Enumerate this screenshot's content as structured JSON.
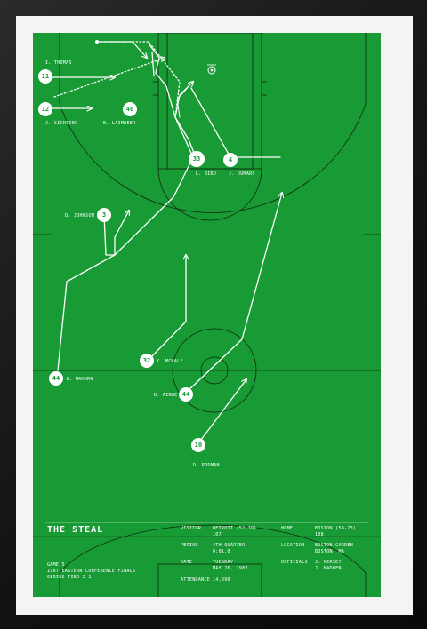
{
  "title": "THE STEAL",
  "subtitle": [
    "GAME 5",
    "1987 EASTERN CONFERENCE FINALS",
    "SERIES TIED 2-2"
  ],
  "details": {
    "visitor_label": "VISITOR",
    "visitor_value": [
      "DETROIT (52-30)",
      "107"
    ],
    "home_label": "HOME",
    "home_value": [
      "BOSTON (59-23)",
      "108"
    ],
    "period_label": "PERIOD",
    "period_value": [
      "4TH QUARTER",
      "0:01.0"
    ],
    "location_label": "LOCATION",
    "location_value": [
      "BOSTON GARDEN",
      "BOSTON, MA"
    ],
    "date_label": "DATE",
    "date_value": [
      "TUESDAY",
      "MAY 26, 1987"
    ],
    "officials_label": "OFFICIALS",
    "officials_value": [
      "J. KERSEY",
      "J. MADDEN"
    ],
    "attendance_label": "ATTENDANCE",
    "attendance_value": "14,890"
  },
  "players": [
    {
      "id": "thomas",
      "number": "11",
      "name": "I. THOMAS"
    },
    {
      "id": "vincent",
      "number": "12",
      "name": "J. SICHTING"
    },
    {
      "id": "laimbeer",
      "number": "40",
      "name": "B. LAIMBEER"
    },
    {
      "id": "bird",
      "number": "33",
      "name": "L. BIRD"
    },
    {
      "id": "dumars",
      "number": "4",
      "name": "J. DUMARS"
    },
    {
      "id": "johnson",
      "number": "3",
      "name": "D. JOHNSON"
    },
    {
      "id": "mahorn",
      "number": "44",
      "name": "R. MAHORN"
    },
    {
      "id": "mchale",
      "number": "32",
      "name": "K. MCHALE"
    },
    {
      "id": "ainge",
      "number": "44",
      "name": "D. AINGE"
    },
    {
      "id": "rodman",
      "number": "10",
      "name": "D. RODMAN"
    }
  ],
  "colors": {
    "court": "#189a34",
    "line": "#ffffff",
    "court_line": "#0f2a14"
  }
}
